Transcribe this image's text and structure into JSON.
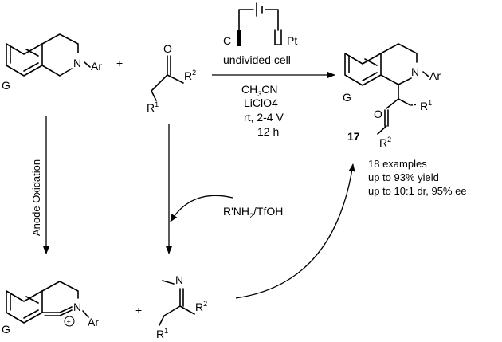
{
  "reactant_amine": {
    "group": "G",
    "n": "N",
    "ar": "Ar"
  },
  "plus_1": "+",
  "ketone": {
    "o": "O",
    "r2": "R",
    "r2_sup": "2",
    "r1": "R",
    "r1_sup": "1"
  },
  "electrochem": {
    "cathode": "C",
    "anode": "Pt",
    "cell": "undivided cell",
    "solvent_main": "CH",
    "solvent_sub": "3",
    "solvent_tail": "CN",
    "electrolyte": "LiClO4",
    "conditions": "rt, 2-4 V",
    "time": "12 h"
  },
  "product": {
    "group": "G",
    "n": "N",
    "ar": "Ar",
    "o": "O",
    "r1": "R",
    "r1_sup": "1",
    "r2": "R",
    "r2_sup": "2",
    "number": "17"
  },
  "summary": {
    "examples": "18 examples",
    "yield": "up to 93% yield",
    "selectivity": "up to 10:1 dr, 95% ee"
  },
  "anode_oxidation": "Anode Oxidation",
  "amine_reagent": {
    "main": "R'NH",
    "sub": "2",
    "tail": "/TfOH"
  },
  "iminium": {
    "group": "G",
    "n": "N",
    "charge": "+",
    "ar": "Ar"
  },
  "plus_2": "+",
  "enamine": {
    "n": "N",
    "r2": "R",
    "r2_sup": "2",
    "r1": "R",
    "r1_sup": "1"
  }
}
